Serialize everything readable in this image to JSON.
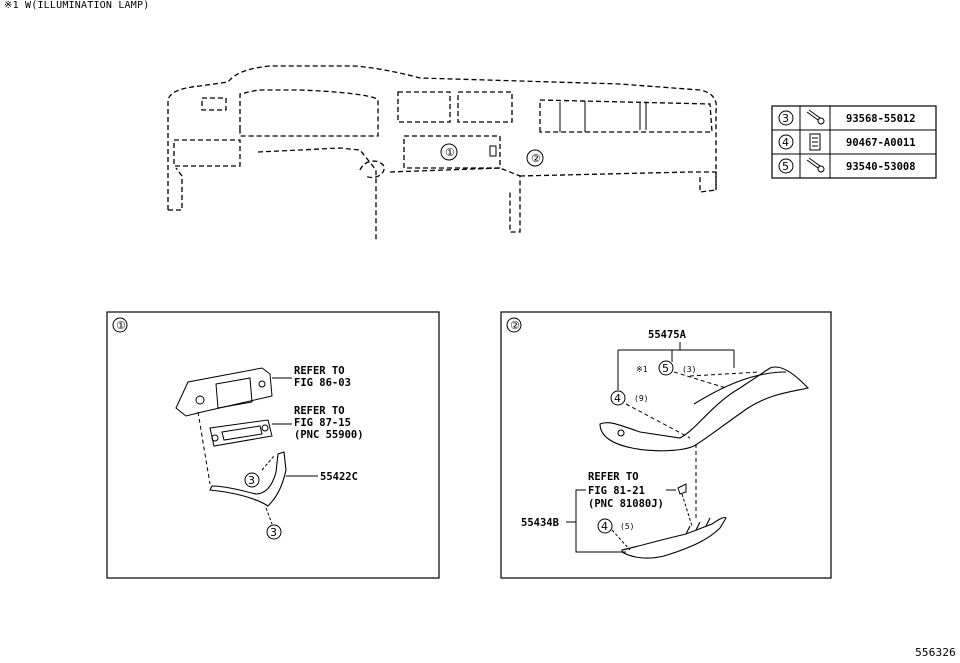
{
  "header_note": "※1 W(ILLUMINATION LAMP)",
  "figure_id": "556326",
  "main_callouts": {
    "c1": "①",
    "c2": "②"
  },
  "parts_table": [
    {
      "ref": "3",
      "part": "93568-55012",
      "icon": "screw-icon"
    },
    {
      "ref": "4",
      "part": "90467-A0011",
      "icon": "clip-icon"
    },
    {
      "ref": "5",
      "part": "93540-53008",
      "icon": "screw-icon"
    }
  ],
  "panel1": {
    "badge": "①",
    "refer1": [
      "REFER TO",
      "FIG 86-03"
    ],
    "refer2": [
      "REFER TO",
      "FIG 87-15",
      "(PNC 55900)"
    ],
    "part": "55422C",
    "c3a": "3",
    "c3b": "3"
  },
  "panel2": {
    "badge": "②",
    "part_top": "55475A",
    "note_mark": "※1",
    "c5": "5",
    "qty5": "(3)",
    "c4a": "4",
    "qty4a": "(9)",
    "refer": [
      "REFER TO",
      "FIG 81-21",
      "(PNC 81080J)"
    ],
    "part_bottom": "55434B",
    "c4b": "4",
    "qty4b": "(5)"
  },
  "colors": {
    "ink": "#000000",
    "paper": "#ffffff"
  }
}
